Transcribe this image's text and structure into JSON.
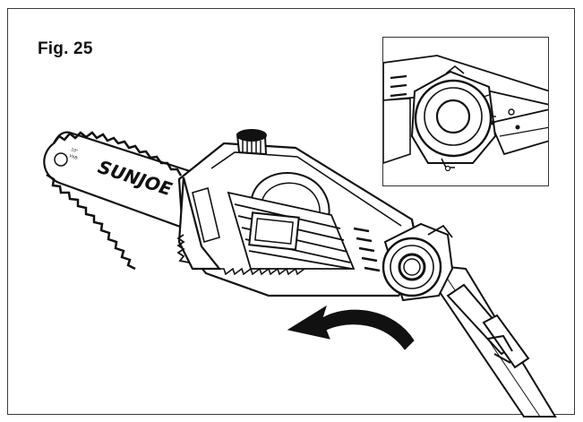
{
  "figure": {
    "label": "Fig. 25"
  },
  "saw": {
    "brand": "SUNJOE",
    "bar_marking_top": "10\"",
    "bar_marking_bottom": "VXB-"
  },
  "colors": {
    "ink": "#111111",
    "frame": "#3a3a3a",
    "background": "#ffffff"
  },
  "icons": {
    "rotation_arrow": "curved-arrow-left-icon"
  }
}
